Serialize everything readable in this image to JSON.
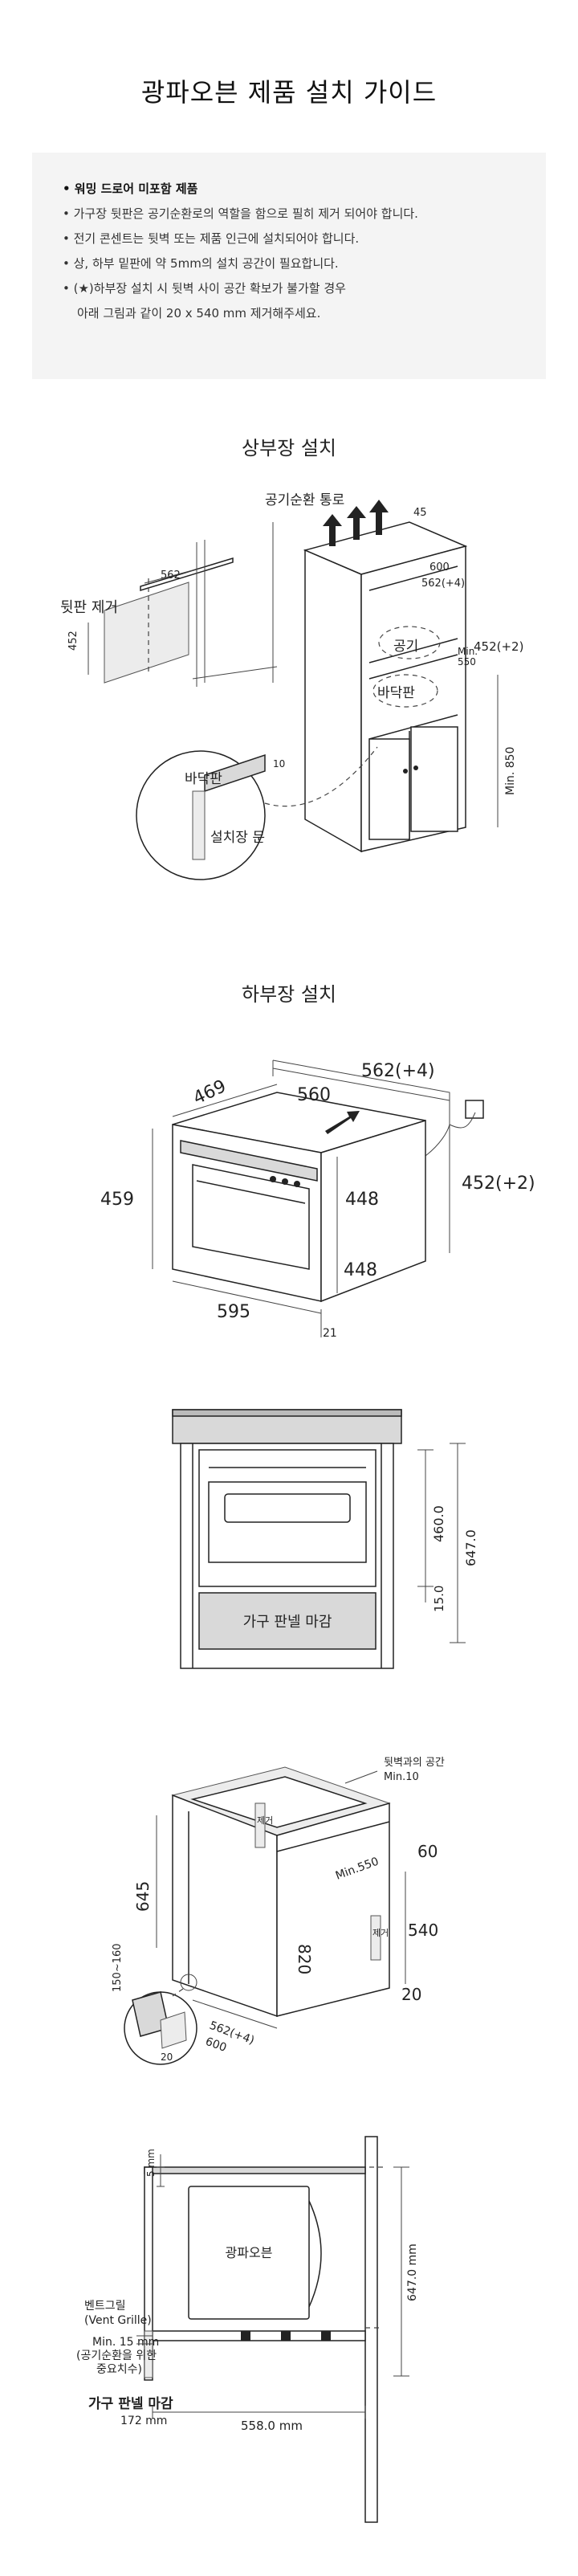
{
  "page_title": "광파오븐 제품 설치 가이드",
  "notes": [
    {
      "text": "• 워밍 드로어 미포함 제품",
      "bold": true
    },
    {
      "text": "• 가구장 뒷판은 공기순환로의 역할을 함으로 필히 제거 되어야 합니다.",
      "bold": false
    },
    {
      "text": "• 전기 콘센트는 뒷벽 또는 제품 인근에 설치되어야 합니다.",
      "bold": false
    },
    {
      "text": "• 상, 하부 밑판에 약 5mm의 설치 공간이 필요합니다.",
      "bold": false
    },
    {
      "text": "• (★)하부장 설치 시 뒷벽 사이 공간 확보가 불가할 경우",
      "bold": false
    },
    {
      "text": "아래 그림과 같이 20 x 540 mm 제거해주세요.",
      "bold": false
    }
  ],
  "upper": {
    "title": "상부장 설치",
    "airflow": "공기순환 통로",
    "remove_back": "뒷판 제거",
    "air": "공기",
    "bottom": "바닥판",
    "bottom2": "바닥판",
    "install_door": "설치장 문",
    "d45": "45",
    "d600": "600",
    "d562": "562(+4)",
    "d562b": "562",
    "d452": "452",
    "d452p": "452(+2)",
    "dmin": "Min.",
    "dmin550": "550",
    "dmin850": "Min. 850",
    "d10": "10"
  },
  "lower": {
    "title": "하부장 설치",
    "d562": "562(+4)",
    "d560": "560",
    "d469": "469",
    "d459": "459",
    "d448a": "448",
    "d448b": "448",
    "d452": "452(+2)",
    "d595": "595",
    "d21": "21"
  },
  "front": {
    "panel": "가구 판넬 마감",
    "d460": "460.0",
    "d15": "15.0",
    "d647": "647.0"
  },
  "cabinet": {
    "gap_label": "뒷벽과의 공간",
    "gap_min": "Min.10",
    "d645": "645",
    "d150": "150~160",
    "d820": "820",
    "dmin550": "Min.550",
    "d60": "60",
    "d540": "540",
    "d20": "20",
    "d562": "562(+4)",
    "d600": "600",
    "d20b": "20",
    "mark_a": "제거",
    "mark_b": "제거"
  },
  "side": {
    "oven": "광파오븐",
    "vent": "벤트그릴",
    "vent_en": "(Vent Grille)",
    "min15": "Min. 15 mm",
    "min15_a": "(공기순환을 위한",
    "min15_b": "중요치수)",
    "panel": "가구 판넬 마감",
    "d172": "172 mm",
    "d558": "558.0 mm",
    "d647": "647.0 mm",
    "d5": "5 mm"
  }
}
